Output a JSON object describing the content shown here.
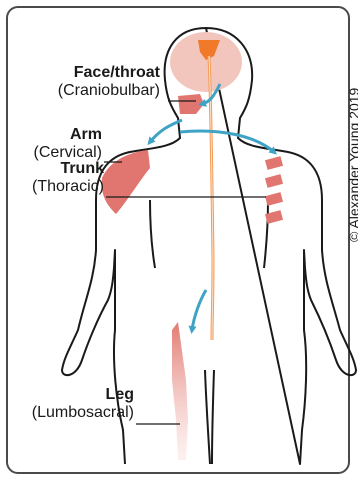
{
  "regions": [
    {
      "title": "Face/throat",
      "subtitle": "(Craniobulbar)"
    },
    {
      "title": "Arm",
      "subtitle": "(Cervical)"
    },
    {
      "title": "Trunk",
      "subtitle": "(Thoracic)"
    },
    {
      "title": "Leg",
      "subtitle": "(Lumbosacral)"
    }
  ],
  "credit": "© Alexander Young 2019",
  "colors": {
    "brain": "#f2c6bd",
    "region_fill": "#e0766f",
    "leg_fill": "#efb0aa",
    "arrow": "#3fa3c6",
    "spinal_cord": "#f39a56",
    "outline": "#1a1a1a",
    "brain_onset": "#f07a2a"
  }
}
